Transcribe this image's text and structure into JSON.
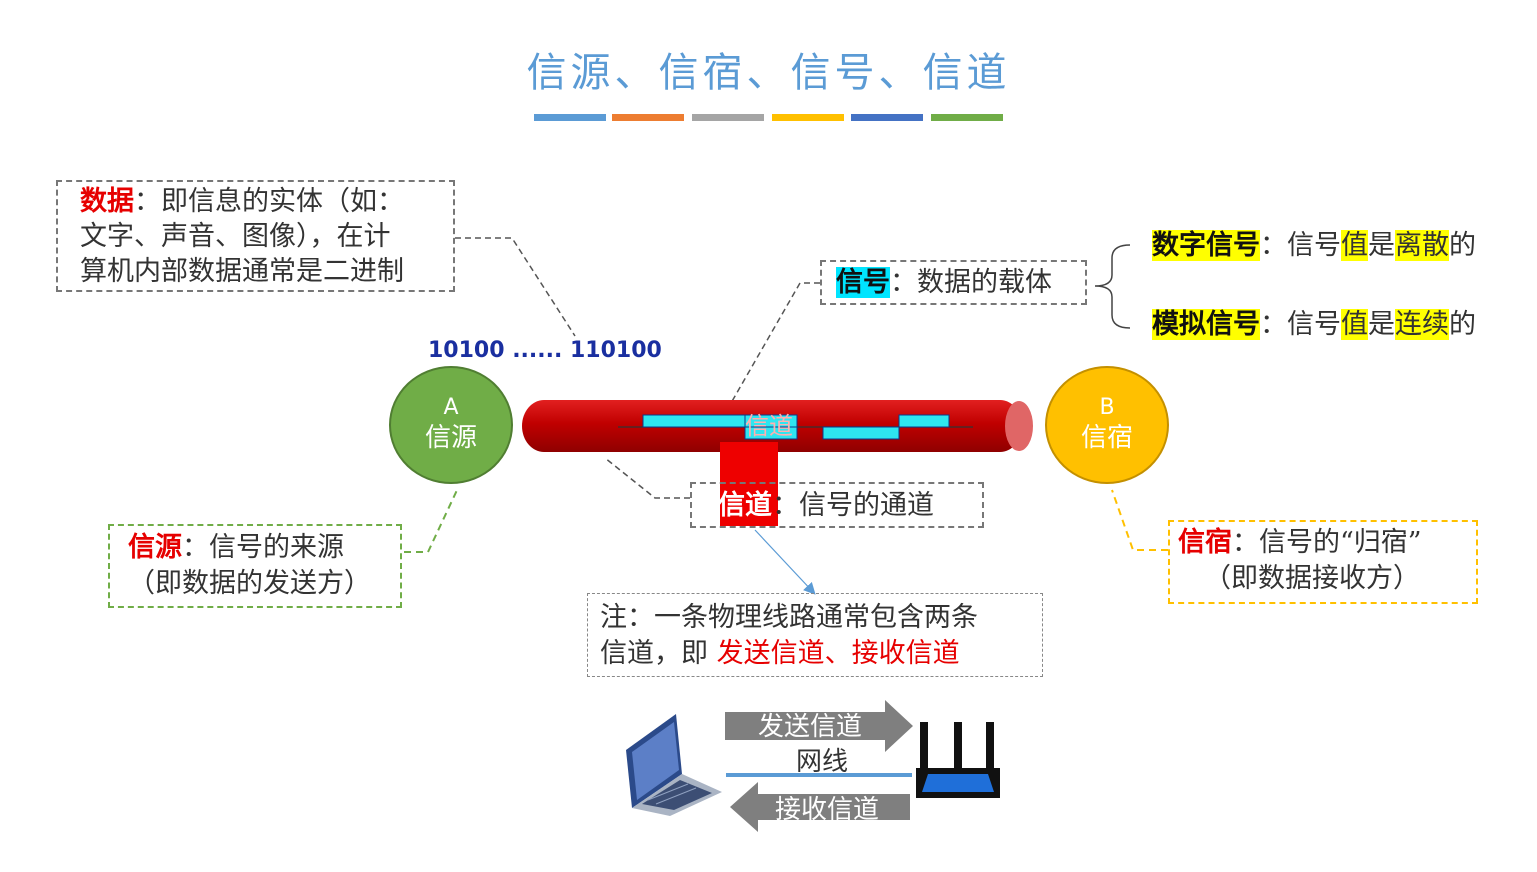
{
  "title": "信源、信宿、信号、信道",
  "title_bar_colors": [
    "#5b9bd5",
    "#ed7d31",
    "#a5a5a5",
    "#ffc000",
    "#4472c4",
    "#70ad47"
  ],
  "data_box": {
    "keyword": "数据",
    "colon": "：",
    "line1_rest": "即信息的实体（如：",
    "line2": "文字、声音、图像），在计",
    "line3": "算机内部数据通常是二进制"
  },
  "binary_string": "10100 ...... 110100",
  "signal_box": {
    "keyword": "信号",
    "colon": "：",
    "text": "数据的载体"
  },
  "digital_signal": {
    "keyword": "数字信号",
    "colon": "：",
    "prefix": "信号",
    "h1": "值",
    "mid": "是",
    "h2": "离散",
    "suffix": "的"
  },
  "analog_signal": {
    "keyword": "模拟信号",
    "colon": "：",
    "prefix": "信号",
    "h1": "值",
    "mid": "是",
    "h2": "连续",
    "suffix": "的"
  },
  "node_a": {
    "letter": "A",
    "name": "信源"
  },
  "node_b": {
    "letter": "B",
    "name": "信宿"
  },
  "pipe_label": "信道",
  "channel_box": {
    "keyword": "信道",
    "colon": "：",
    "text": "信号的通道"
  },
  "source_box": {
    "keyword": "信源",
    "colon": "：",
    "line1": "信号的来源",
    "line2": "（即数据的发送方）"
  },
  "sink_box": {
    "keyword": "信宿",
    "colon": "：",
    "line1": "信号的“归宿”",
    "line2": "（即数据接收方）"
  },
  "note_box": {
    "line1": "注：一条物理线路通常包含两条",
    "line2_prefix": "信道，即",
    "line2_red1": "发送信道",
    "line2_sep": "、",
    "line2_red2": "接收信道"
  },
  "bottom": {
    "send_label": "发送信道",
    "wire_label": "网线",
    "recv_label": "接收信道"
  }
}
